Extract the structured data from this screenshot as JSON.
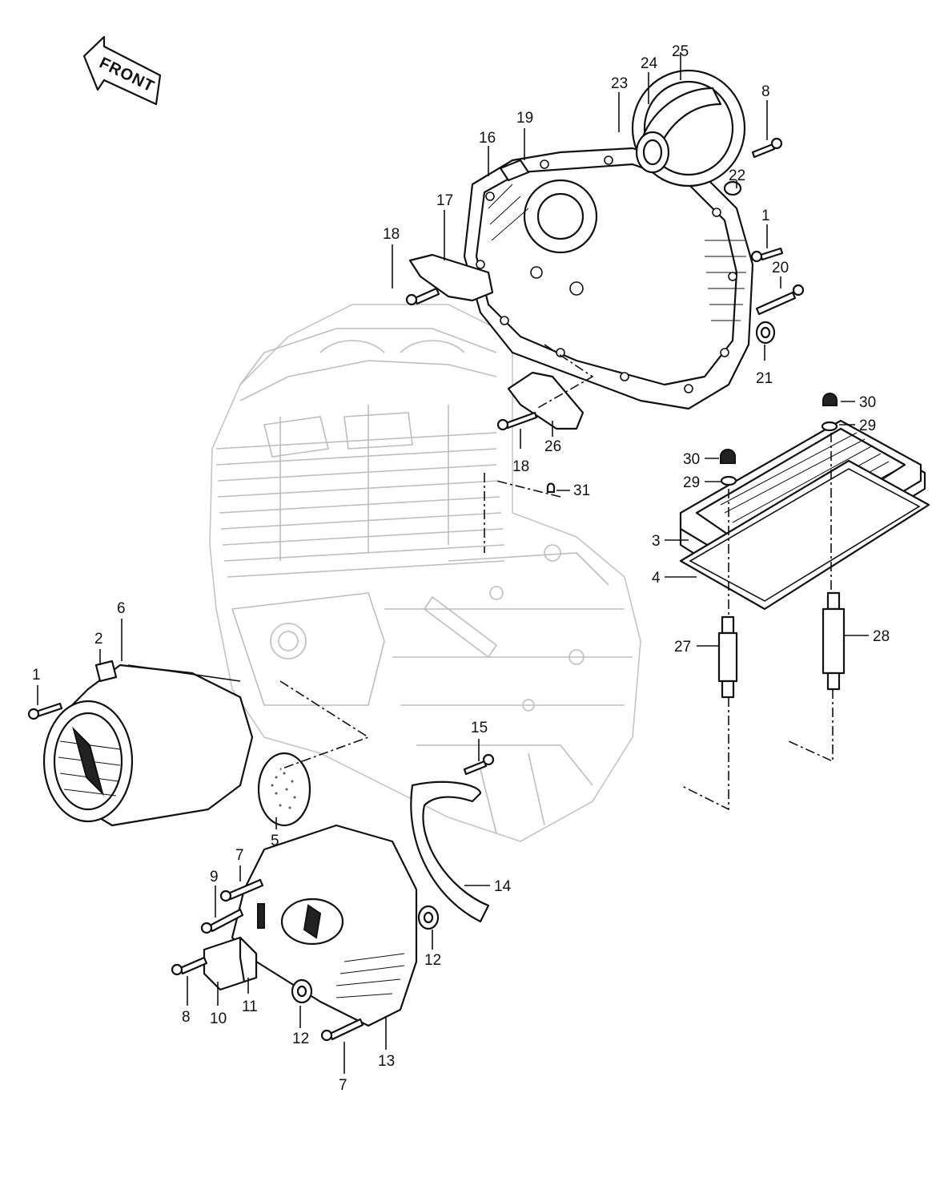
{
  "arrow_label": "FRONT",
  "callouts": {
    "c1a": "1",
    "c1b": "1",
    "c2": "2",
    "c3": "3",
    "c4": "4",
    "c5": "5",
    "c6": "6",
    "c7a": "7",
    "c7b": "7",
    "c8a": "8",
    "c8b": "8",
    "c9": "9",
    "c10": "10",
    "c11": "11",
    "c12a": "12",
    "c12b": "12",
    "c13": "13",
    "c14": "14",
    "c15": "15",
    "c16": "16",
    "c17": "17",
    "c18a": "18",
    "c18b": "18",
    "c19": "19",
    "c20": "20",
    "c21": "21",
    "c22": "22",
    "c23": "23",
    "c24": "24",
    "c25": "25",
    "c26": "26",
    "c27": "27",
    "c28": "28",
    "c29a": "29",
    "c29b": "29",
    "c30a": "30",
    "c30b": "30",
    "c31": "31"
  }
}
